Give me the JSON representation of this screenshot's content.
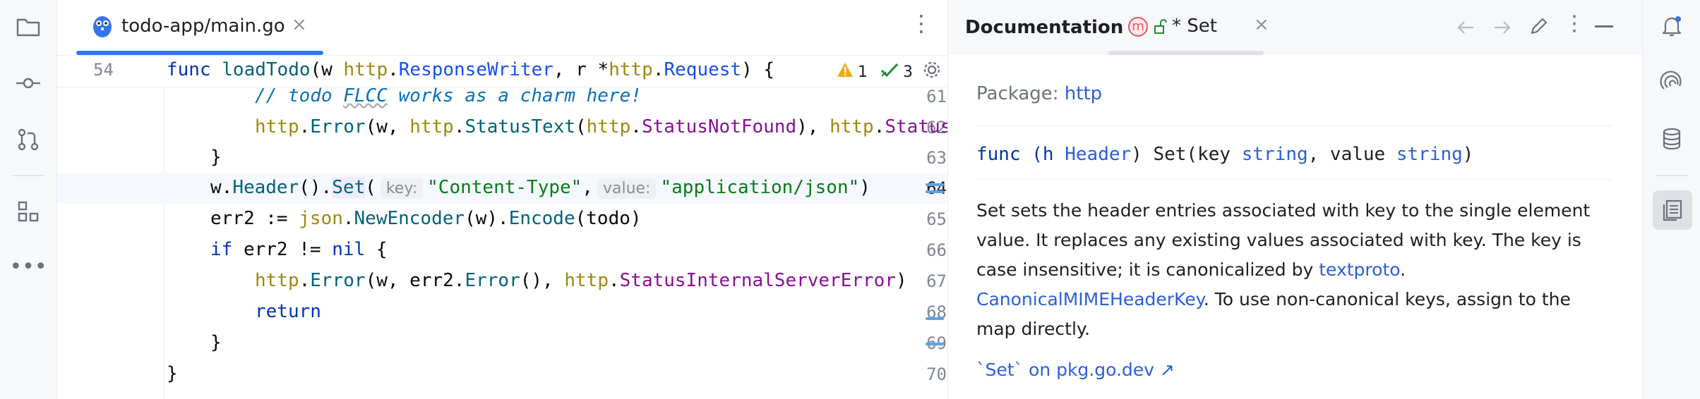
{
  "editor": {
    "tab_label": "todo-app/main.go",
    "tab_close": "×",
    "more": "⋮",
    "inspections": {
      "warnings": "1",
      "checks": "3"
    },
    "sticky": {
      "line": "54",
      "func_kw": "func",
      "func_name": "loadTodo",
      "p1": "(w ",
      "pkg1": "http",
      "dot1": ".",
      "type1": "ResponseWriter",
      "p2": ", r *",
      "pkg2": "http",
      "dot2": ".",
      "type2": "Request",
      "p3": ") {"
    },
    "lines": {
      "l61": {
        "num": "61",
        "comment_a": "// todo ",
        "comment_b": "FLCC",
        "comment_c": " works as a charm here!"
      },
      "l62": {
        "num": "62",
        "a": "http",
        "b": ".",
        "c": "Error",
        "d": "(w, ",
        "e": "http",
        "f": ".",
        "g": "StatusText",
        "h": "(",
        "i": "http",
        "j": ".",
        "k": "StatusNotFound",
        "l": "), ",
        "m": "http",
        "n": ".",
        "o": "Status"
      },
      "l63": {
        "num": "63",
        "text": "}"
      },
      "l64": {
        "num": "64",
        "a": "w.",
        "b": "Header",
        "c": "().",
        "d": "Set",
        "e": "(",
        "hint_key": "key:",
        "s1": "\"Content-Type\"",
        "comma": ",",
        "hint_value": "value:",
        "s2": "\"application/json\"",
        "close": ")"
      },
      "l65": {
        "num": "65",
        "a": "err2 := ",
        "b": "json",
        "c": ".",
        "d": "NewEncoder",
        "e": "(w).",
        "f": "Encode",
        "g": "(todo)"
      },
      "l66": {
        "num": "66",
        "a": "if",
        "b": " err2 != ",
        "c": "nil",
        "d": " {"
      },
      "l67": {
        "num": "67",
        "a": "http",
        "b": ".",
        "c": "Error",
        "d": "(w, err2.",
        "e": "Error",
        "f": "(), ",
        "g": "http",
        "h": ".",
        "i": "StatusInternalServerError",
        "j": ")"
      },
      "l68": {
        "num": "68",
        "a": "return"
      },
      "l69": {
        "num": "69",
        "text": "}"
      },
      "l70": {
        "num": "70",
        "text": "}"
      }
    }
  },
  "documentation": {
    "title": "Documentation",
    "tab_badge": "m",
    "tab_label": "* Set",
    "tab_close": "×",
    "package_label": "Package:",
    "package_link": "http",
    "signature": {
      "a": "func (h ",
      "b": "Header",
      "c": ") Set(key ",
      "d": "string",
      "e": ", value ",
      "f": "string",
      "g": ")"
    },
    "desc": {
      "line1": "Set sets the header entries associated with key to the single element",
      "line2": "value. It replaces any existing values associated with key. The key is",
      "line3_a": "case insensitive; it is canonicalized by ",
      "line3_link": "textproto",
      "line3_b": ".",
      "line4_link": "CanonicalMIMEHeaderKey",
      "line4_b": ". To use non-canonical keys, assign to the",
      "line5": "map directly."
    },
    "external_link": "`Set` on pkg.go.dev ↗"
  },
  "colors": {
    "accent": "#3574f0",
    "keyword": "#0033b3",
    "string": "#067d17",
    "link": "#2b5fd9"
  }
}
